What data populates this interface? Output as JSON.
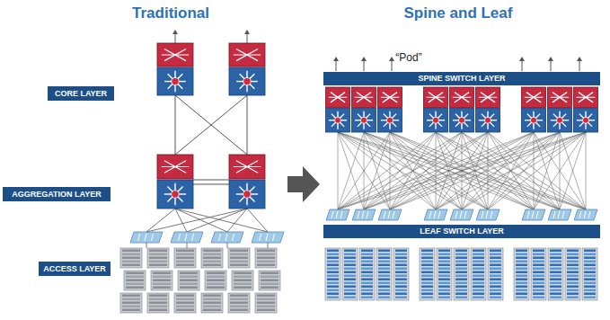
{
  "diagram": {
    "nodes": [
      {
        "text": [
          "CORE LAYER"
        ]
      },
      {
        "text": [
          "AGGREGATION LAYER"
        ]
      },
      {
        "text": [
          "ACCESS LAYER"
        ]
      },
      {
        "text": [
          "SPINE SWITCH LAYER"
        ]
      },
      {
        "text": [
          "LEAF SWITCH LAYER"
        ]
      }
    ],
    "labels": [
      "Traditional",
      "Spine and Leaf",
      "“Pod”"
    ]
  }
}
